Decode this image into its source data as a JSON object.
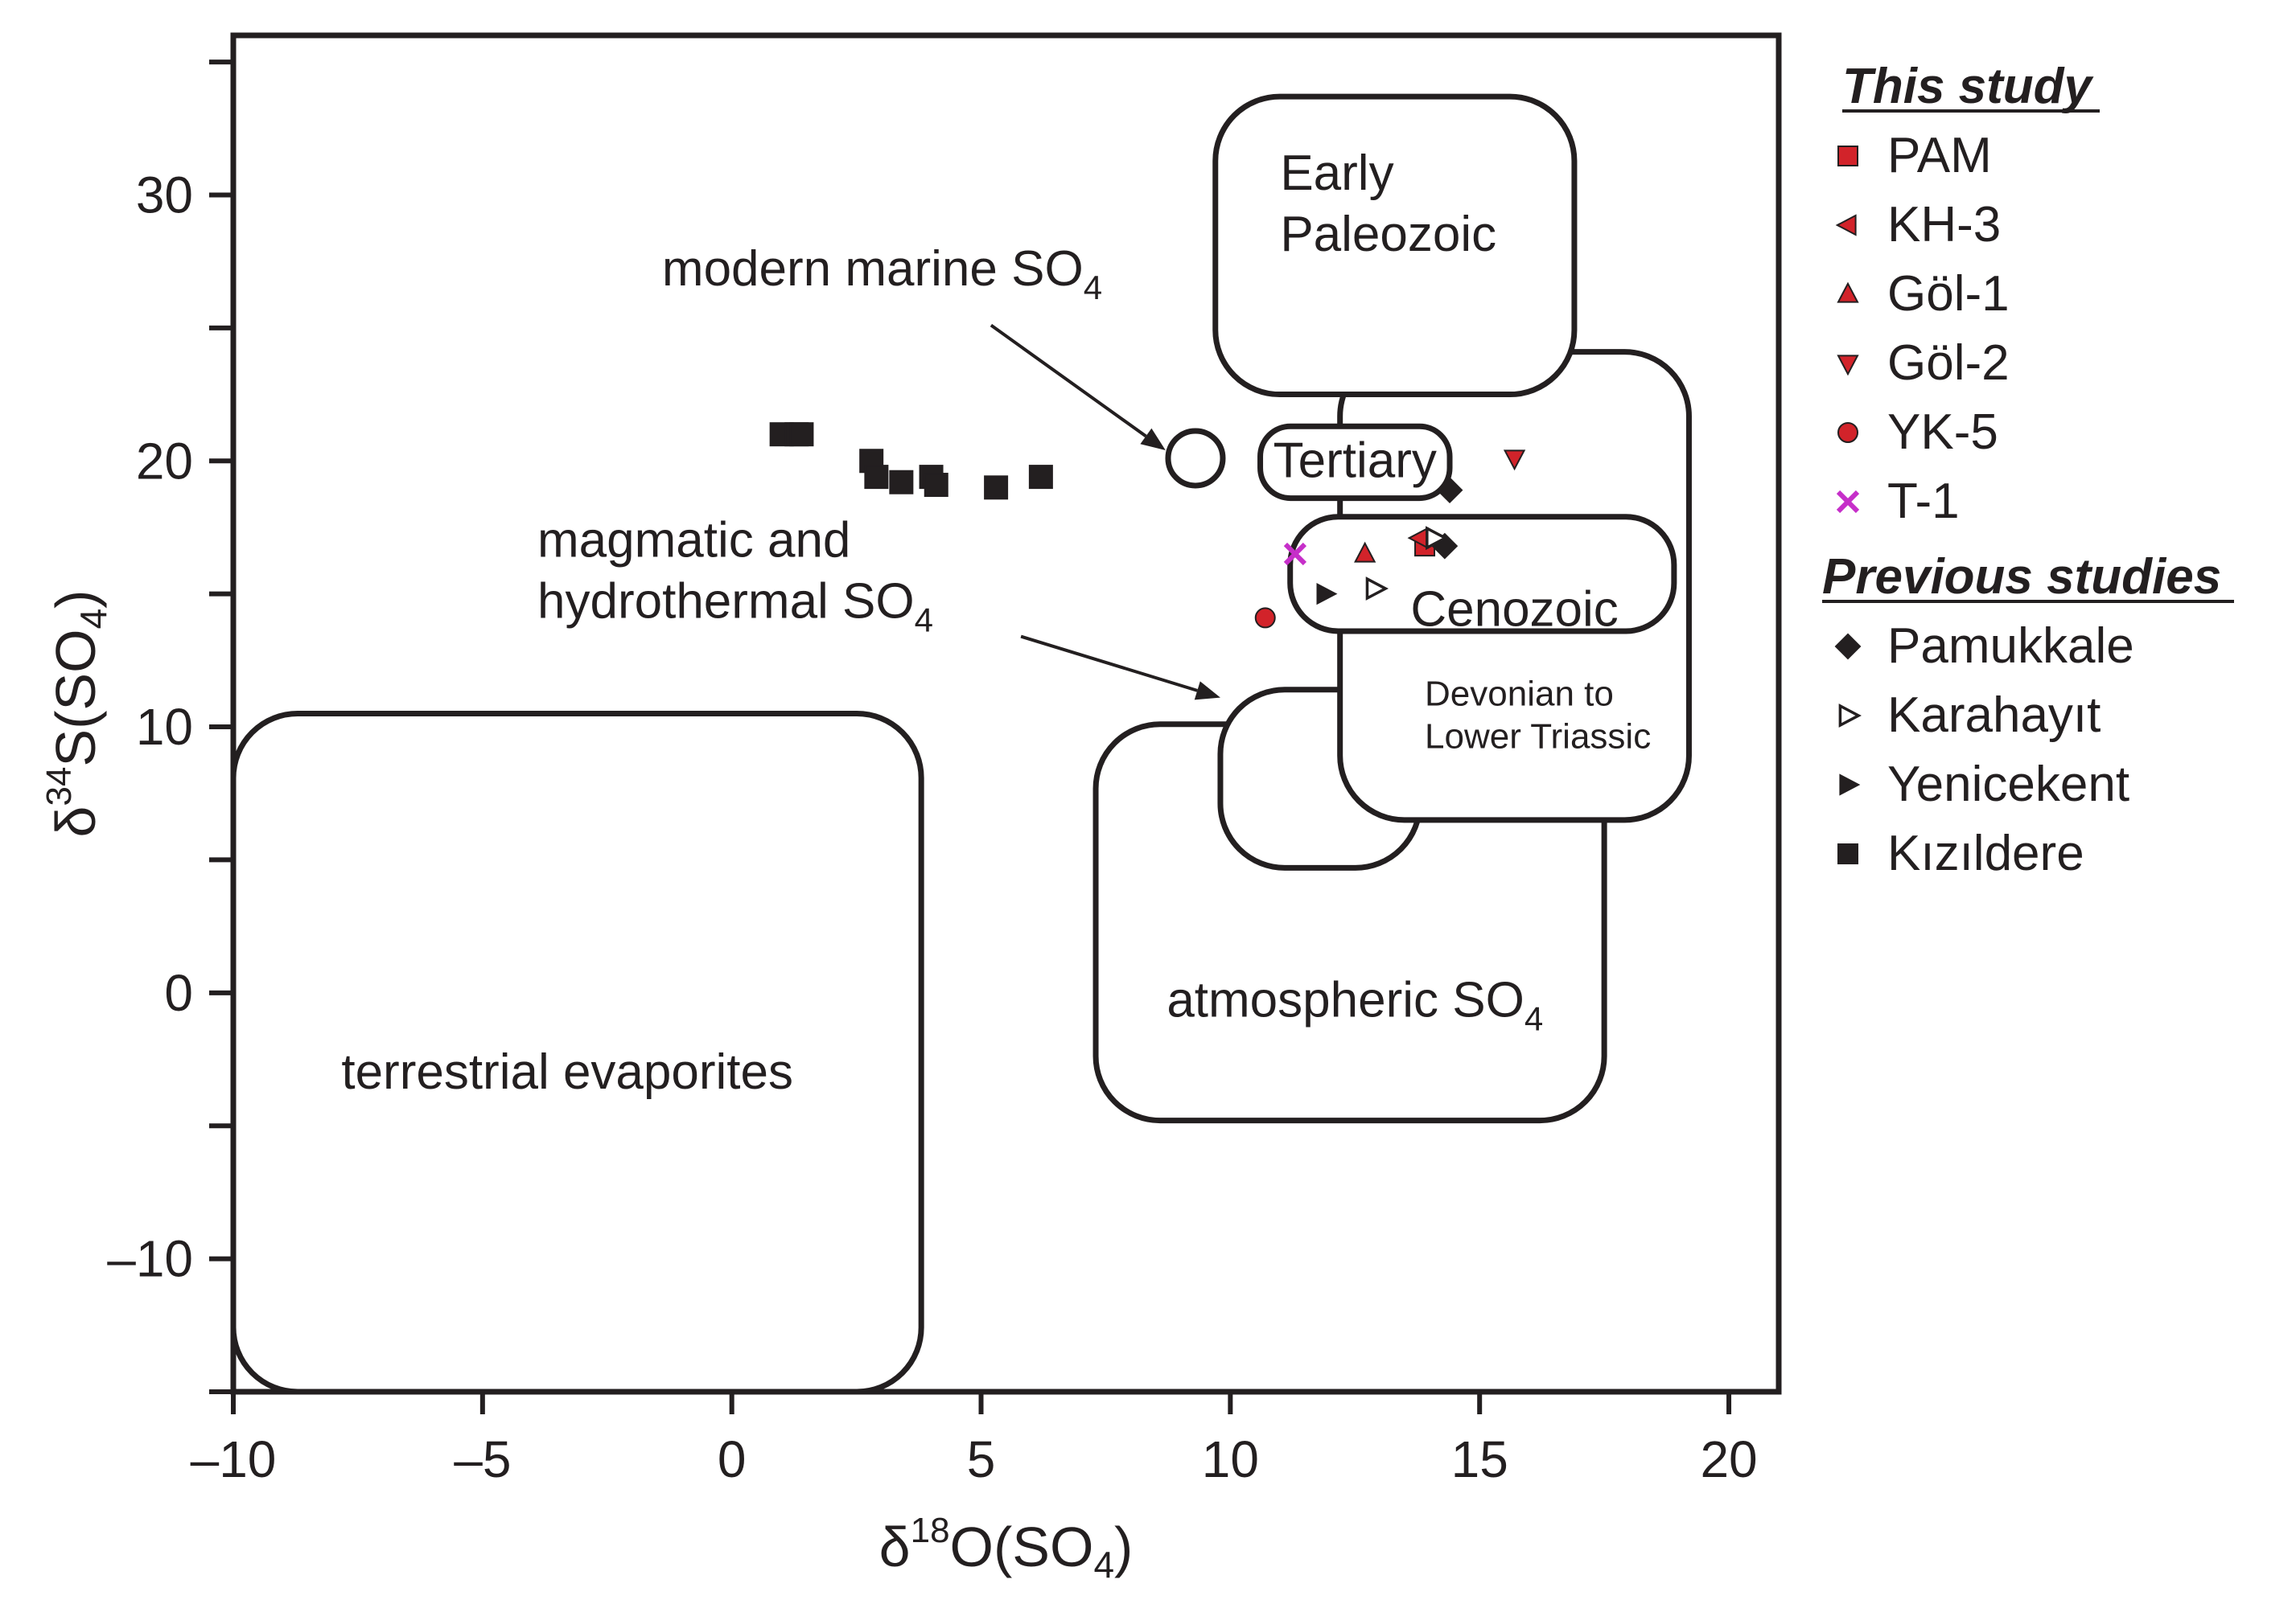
{
  "chart_data": {
    "type": "scatter",
    "xlabel": {
      "base": "δ",
      "sup": "18",
      "main": "O(SO",
      "sub": "4",
      "end": ")"
    },
    "ylabel": {
      "base": "δ",
      "sup": "34",
      "main": "S(SO",
      "sub": "4",
      "end": ")"
    },
    "xlim": [
      -10,
      21
    ],
    "ylim": [
      -15,
      36
    ],
    "x_ticks": [
      {
        "value": -10,
        "label": "–10"
      },
      {
        "value": -5,
        "label": "–5"
      },
      {
        "value": 0,
        "label": "0"
      },
      {
        "value": 5,
        "label": "5"
      },
      {
        "value": 10,
        "label": "10"
      },
      {
        "value": 15,
        "label": "15"
      },
      {
        "value": 20,
        "label": "20"
      }
    ],
    "y_ticks": [
      {
        "value": -10,
        "label": "–10"
      },
      {
        "value": 0,
        "label": "0"
      },
      {
        "value": 10,
        "label": "10"
      },
      {
        "value": 20,
        "label": "20"
      },
      {
        "value": 30,
        "label": "30"
      }
    ],
    "y_minor_ticks": [
      -15,
      -5,
      5,
      15,
      25,
      35
    ],
    "grid": false,
    "fields": [
      {
        "id": "terrestrial",
        "x0": -10,
        "x1": 3.8,
        "y0": -15,
        "y1": 10.5,
        "label": "terrestrial evaporites",
        "lx": -3.3,
        "ly": -3
      },
      {
        "id": "atmospheric",
        "x0": 7.3,
        "x1": 17.5,
        "y0": -4.8,
        "y1": 10.1,
        "label": "atmospheric SO",
        "sub": "4",
        "lx": 12.5,
        "ly": -0.3
      },
      {
        "id": "magmatic",
        "x0": 9.8,
        "x1": 13.8,
        "y0": 4.7,
        "y1": 11.4,
        "label": "",
        "lx": 0,
        "ly": 0
      },
      {
        "id": "devonian",
        "x0": 12.2,
        "x1": 19.2,
        "y0": 6.5,
        "y1": 24.1,
        "label": "",
        "lx": 0,
        "ly": 0
      },
      {
        "id": "early-paleozoic",
        "x0": 9.7,
        "x1": 16.9,
        "y0": 22.5,
        "y1": 33.7,
        "label": "",
        "lx": 0,
        "ly": 0
      },
      {
        "id": "tertiary",
        "x0": 10.6,
        "x1": 14.4,
        "y0": 18.6,
        "y1": 21.3,
        "label": "Tertiary",
        "lx": 12.5,
        "ly": 20
      },
      {
        "id": "cenozoic",
        "x0": 11.2,
        "x1": 18.9,
        "y0": 13.6,
        "y1": 17.9,
        "label": "Cenozoic",
        "lx": 15.7,
        "ly": 14.4
      }
    ],
    "region_labels": [
      {
        "text": "Early",
        "x": 11.0,
        "y": 30.2
      },
      {
        "text": "Paleozoic",
        "x": 11.0,
        "y": 27.9
      },
      {
        "text": "Devonian to",
        "x": 13.9,
        "y": 10.8
      },
      {
        "text": "Lower Triassic",
        "x": 13.9,
        "y": 9.2
      },
      {
        "text": "magmatic and",
        "x": -3.9,
        "y": 16.4
      },
      {
        "text": "hydrothermal SO",
        "sub": "4",
        "x": -3.9,
        "y": 14.1
      },
      {
        "text": "modern marine SO",
        "sub": "4",
        "x": -1.4,
        "y": 26.6
      }
    ],
    "arrows": [
      {
        "from": [
          5.2,
          25.1
        ],
        "to": [
          8.7,
          20.4
        ]
      },
      {
        "from": [
          5.8,
          13.4
        ],
        "to": [
          9.8,
          11.1
        ]
      }
    ],
    "marine_circle": {
      "x": 9.3,
      "y": 20.1
    },
    "series": [
      {
        "name": "PAM",
        "group": "This study",
        "marker": "square",
        "color": "#d2232a",
        "points": [
          [
            13.9,
            16.8
          ]
        ]
      },
      {
        "name": "KH-3",
        "group": "This study",
        "marker": "triangle-left",
        "color": "#d2232a",
        "points": [
          [
            13.8,
            17.1
          ]
        ]
      },
      {
        "name": "Göl-1",
        "group": "This study",
        "marker": "triangle-up",
        "color": "#d2232a",
        "points": [
          [
            12.7,
            16.5
          ]
        ]
      },
      {
        "name": "Göl-2",
        "group": "This study",
        "marker": "triangle-down",
        "color": "#d2232a",
        "points": [
          [
            15.7,
            20.1
          ]
        ]
      },
      {
        "name": "YK-5",
        "group": "This study",
        "marker": "circle",
        "color": "#d2232a",
        "points": [
          [
            10.7,
            14.1
          ]
        ]
      },
      {
        "name": "T-1",
        "group": "This study",
        "marker": "cross",
        "color": "#c62fc9",
        "points": [
          [
            11.3,
            16.5
          ]
        ]
      },
      {
        "name": "Pamukkale",
        "group": "Previous studies",
        "marker": "diamond",
        "color": "#231f20",
        "points": [
          [
            14.4,
            18.9
          ],
          [
            14.3,
            16.8
          ]
        ]
      },
      {
        "name": "Karahayıt",
        "group": "Previous studies",
        "marker": "triangle-right-open",
        "color": "#231f20",
        "points": [
          [
            12.9,
            15.2
          ],
          [
            14.1,
            17.1
          ]
        ]
      },
      {
        "name": "Yenicekent",
        "group": "Previous studies",
        "marker": "triangle-right",
        "color": "#231f20",
        "points": [
          [
            11.9,
            15.0
          ]
        ]
      },
      {
        "name": "Kızıldere",
        "group": "Previous studies",
        "marker": "square",
        "color": "#231f20",
        "points": [
          [
            1.0,
            21.0
          ],
          [
            1.3,
            21.0
          ],
          [
            1.4,
            21.0
          ],
          [
            2.8,
            20.0
          ],
          [
            2.9,
            19.4
          ],
          [
            3.4,
            19.2
          ],
          [
            4.0,
            19.4
          ],
          [
            4.1,
            19.1
          ],
          [
            5.3,
            19.0
          ],
          [
            6.2,
            19.4
          ]
        ]
      }
    ],
    "legend": {
      "position": "right",
      "groups": [
        {
          "title": "This study",
          "entries": [
            "PAM",
            "KH-3",
            "Göl-1",
            "Göl-2",
            "YK-5",
            "T-1"
          ]
        },
        {
          "title": "Previous studies",
          "entries": [
            "Pamukkale",
            "Karahayıt",
            "Yenicekent",
            "Kızıldere"
          ]
        }
      ]
    }
  }
}
